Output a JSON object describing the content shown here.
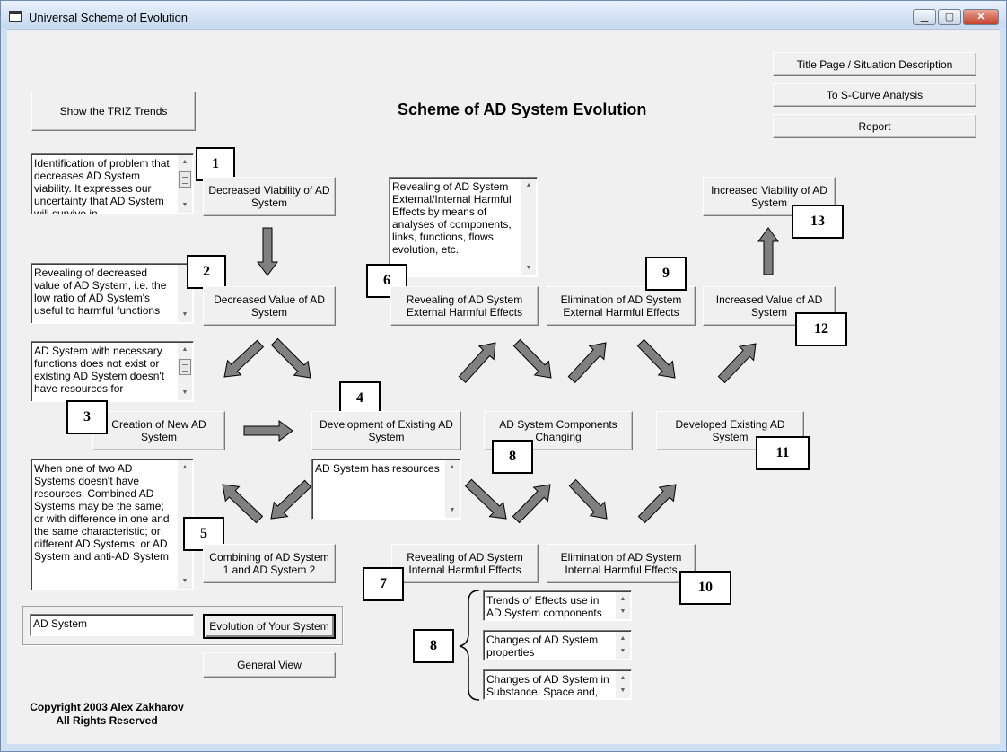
{
  "window": {
    "title": "Universal Scheme of Evolution",
    "controls": {
      "minimize": "▁",
      "maximize": "▢",
      "close": "✕"
    }
  },
  "heading": "Scheme of AD System Evolution",
  "buttons": {
    "show_trends": "Show the TRIZ Trends",
    "title_page": "Title Page / Situation Description",
    "s_curve": "To S-Curve Analysis",
    "report": "Report",
    "evolution": "Evolution of Your System",
    "general_view": "General View"
  },
  "stages": {
    "decreased_viability": "Decreased Viability of AD System",
    "decreased_value": "Decreased Value of AD System",
    "creation_new": "Creation of New AD System",
    "development_existing": "Development of Existing AD System",
    "components_changing": "AD System Components Changing",
    "developed_existing": "Developed Existing AD System",
    "combining": "Combining of AD System 1 and AD System 2",
    "revealing_external": "Revealing of AD System External Harmful Effects",
    "elimination_external": "Elimination of AD System External Harmful Effects",
    "increased_value": "Increased Value of AD System",
    "increased_viability": "Increased Viability of AD System",
    "revealing_internal": "Revealing of AD System Internal Harmful Effects",
    "elimination_internal": "Elimination of AD System Internal Harmful Effects"
  },
  "notes": {
    "n1": "Identification of problem that decreases AD System viability. It expresses our uncertainty that AD System will survive in",
    "n2": "Revealing of decreased value of AD System, i.e. the low ratio of AD System's useful to harmful functions",
    "n3": "AD System with necessary functions does not exist or existing AD System doesn't have resources for",
    "n5": "When one of two AD Systems doesn't have resources. Combined AD Systems may be the same; or with difference in one and the same characteristic; or different AD Systems; or AD System and anti-AD System",
    "n4": "AD System has resources",
    "n6": "Revealing of AD System External/Internal Harmful Effects by means of analyses of components, links, functions, flows, evolution, etc.",
    "t1": "Trends of Effects use in AD System components",
    "t2": "Changes of AD System properties",
    "t3": "Changes of AD System in Substance, Space and,"
  },
  "markers": [
    "1",
    "2",
    "3",
    "4",
    "5",
    "6",
    "7",
    "8",
    "8",
    "9",
    "10",
    "11",
    "12",
    "13"
  ],
  "system_name": "AD System",
  "copyright": {
    "line1": "Copyright 2003 Alex Zakharov",
    "line2": "All Rights Reserved"
  },
  "icons": {
    "scroll_up": "▲",
    "scroll_down": "▼"
  }
}
